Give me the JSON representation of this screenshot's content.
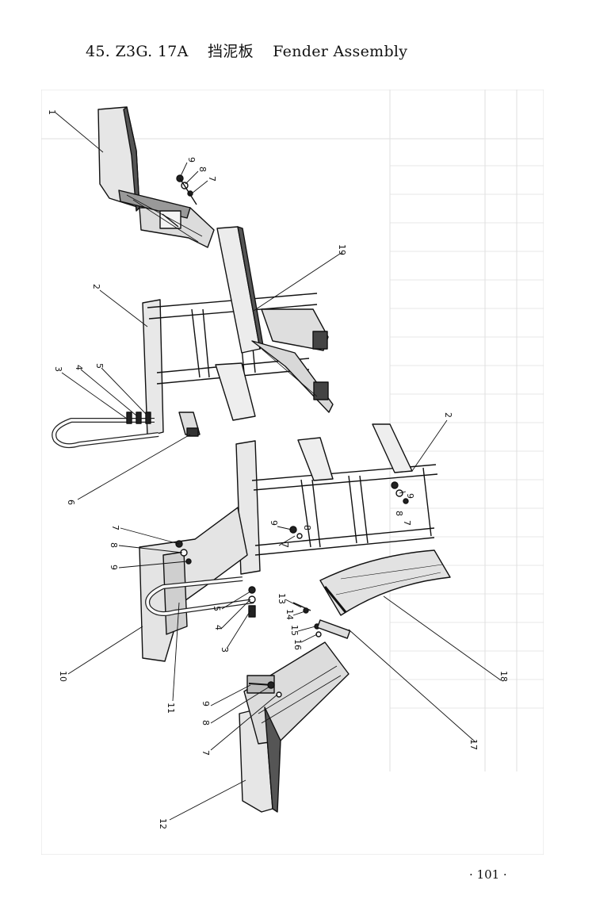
{
  "header": {
    "code": "45. Z3G. 17A",
    "title_cn": "挡泥板",
    "title_en": "Fender Assembly"
  },
  "callouts": [
    "1",
    "2",
    "3",
    "4",
    "5",
    "6",
    "7",
    "8",
    "9",
    "10",
    "11",
    "12",
    "13",
    "14",
    "15",
    "16",
    "17",
    "18",
    "19"
  ],
  "footer": {
    "page_number": "· 101 ·"
  }
}
